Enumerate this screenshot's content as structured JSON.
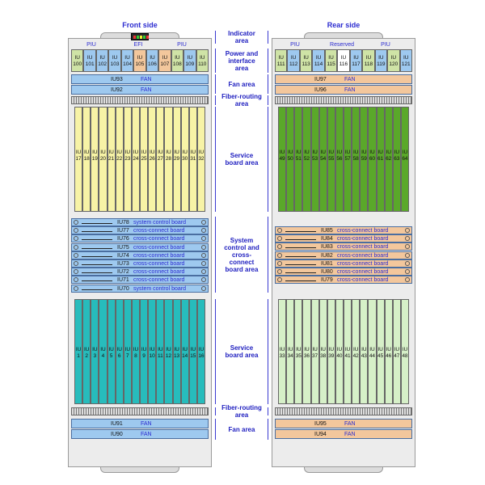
{
  "front": {
    "title": "Front side",
    "piu_labels": [
      "PIU",
      "EFI",
      "PIU"
    ],
    "power_slots": [
      {
        "text": "IU\n100",
        "color": "#cfe3a6"
      },
      {
        "text": "IU\n101",
        "color": "#9ec9ef"
      },
      {
        "text": "IU\n102",
        "color": "#9ec9ef"
      },
      {
        "text": "IU\n103",
        "color": "#9ec9ef"
      },
      {
        "text": "IU\n104",
        "color": "#9ec9ef"
      },
      {
        "text": "IU\n105",
        "color": "#f3c79c"
      },
      {
        "text": "IU\n106",
        "color": "#9ec9ef"
      },
      {
        "text": "IU\n107",
        "color": "#f3c79c"
      },
      {
        "text": "IU\n108",
        "color": "#cfe3a6"
      },
      {
        "text": "IU\n109",
        "color": "#9ec9ef"
      },
      {
        "text": "IU\n110",
        "color": "#cfe3a6"
      }
    ],
    "fan_top": [
      {
        "iu": "IU93",
        "name": "FAN"
      },
      {
        "iu": "IU92",
        "name": "FAN"
      }
    ],
    "service_top": [
      "IU\n17",
      "IU\n18",
      "IU\n19",
      "IU\n20",
      "IU\n21",
      "IU\n22",
      "IU\n23",
      "IU\n24",
      "IU\n25",
      "IU\n26",
      "IU\n27",
      "IU\n28",
      "IU\n29",
      "IU\n30",
      "IU\n31",
      "IU\n32"
    ],
    "control": [
      {
        "iu": "IU78",
        "name": "system control board"
      },
      {
        "iu": "IU77",
        "name": "cross-connect board"
      },
      {
        "iu": "IU76",
        "name": "cross-connect board"
      },
      {
        "iu": "IU75",
        "name": "cross-connect board"
      },
      {
        "iu": "IU74",
        "name": "cross-connect board"
      },
      {
        "iu": "IU73",
        "name": "cross-connect board"
      },
      {
        "iu": "IU72",
        "name": "cross-connect board"
      },
      {
        "iu": "IU71",
        "name": "cross-connect board"
      },
      {
        "iu": "IU70",
        "name": "system control board"
      }
    ],
    "service_bottom": [
      "IU\n1",
      "IU\n2",
      "IU\n3",
      "IU\n4",
      "IU\n5",
      "IU\n6",
      "IU\n7",
      "IU\n8",
      "IU\n9",
      "IU\n10",
      "IU\n11",
      "IU\n12",
      "IU\n13",
      "IU\n14",
      "IU\n15",
      "IU\n16"
    ],
    "fan_bottom": [
      {
        "iu": "IU91",
        "name": "FAN"
      },
      {
        "iu": "IU90",
        "name": "FAN"
      }
    ]
  },
  "rear": {
    "title": "Rear side",
    "piu_labels": [
      "PIU",
      "Reserved",
      "PIU"
    ],
    "power_slots": [
      {
        "text": "IU\n111",
        "color": "#cfe3a6"
      },
      {
        "text": "IU\n112",
        "color": "#9ec9ef"
      },
      {
        "text": "IU\n113",
        "color": "#cfe3a6"
      },
      {
        "text": "IU\n114",
        "color": "#9ec9ef"
      },
      {
        "text": "IU\n115",
        "color": "#cfe3a6"
      },
      {
        "text": "IU\n116",
        "color": "#ffffff"
      },
      {
        "text": "IU\n117",
        "color": "#9ec9ef"
      },
      {
        "text": "IU\n118",
        "color": "#cfe3a6"
      },
      {
        "text": "IU\n119",
        "color": "#9ec9ef"
      },
      {
        "text": "IU\n120",
        "color": "#cfe3a6"
      },
      {
        "text": "IU\n121",
        "color": "#9ec9ef"
      }
    ],
    "fan_top": [
      {
        "iu": "IU97",
        "name": "FAN"
      },
      {
        "iu": "IU96",
        "name": "FAN"
      }
    ],
    "service_top": [
      "IU\n49",
      "IU\n50",
      "IU\n51",
      "IU\n52",
      "IU\n53",
      "IU\n54",
      "IU\n55",
      "IU\n56",
      "IU\n57",
      "IU\n58",
      "IU\n59",
      "IU\n60",
      "IU\n61",
      "IU\n62",
      "IU\n63",
      "IU\n64"
    ],
    "control": [
      {
        "iu": "IU85",
        "name": "cross-connect board"
      },
      {
        "iu": "IU84",
        "name": "cross-connect board"
      },
      {
        "iu": "IU83",
        "name": "cross-connect board"
      },
      {
        "iu": "IU82",
        "name": "cross-connect board"
      },
      {
        "iu": "IU81",
        "name": "cross-connect board"
      },
      {
        "iu": "IU80",
        "name": "cross-connect board"
      },
      {
        "iu": "IU79",
        "name": "cross-connect board"
      }
    ],
    "service_bottom": [
      "IU\n33",
      "IU\n34",
      "IU\n35",
      "IU\n36",
      "IU\n37",
      "IU\n38",
      "IU\n39",
      "IU\n40",
      "IU\n41",
      "IU\n42",
      "IU\n43",
      "IU\n44",
      "IU\n45",
      "IU\n46",
      "IU\n47",
      "IU\n48"
    ],
    "fan_bottom": [
      {
        "iu": "IU95",
        "name": "FAN"
      },
      {
        "iu": "IU94",
        "name": "FAN"
      }
    ]
  },
  "areas": [
    "Indicator\narea",
    "Power and\ninterface\narea",
    "Fan area",
    "Fiber-routing\narea",
    "Service\nboard area",
    "System\ncontrol and\ncross-\nconnect\nboard area",
    "Service\nboard area",
    "Fiber-routing\narea",
    "Fan area"
  ],
  "colors": {
    "front_service_top": "#f7f3a6",
    "front_service_bottom": "#27bcbc",
    "front_fan": "#9ec9ef",
    "front_control": "#9ec9ef",
    "rear_service_top": "#5aa82a",
    "rear_service_bottom": "#d6f0c8",
    "rear_fan": "#f3c79c",
    "rear_control": "#f3c79c"
  }
}
